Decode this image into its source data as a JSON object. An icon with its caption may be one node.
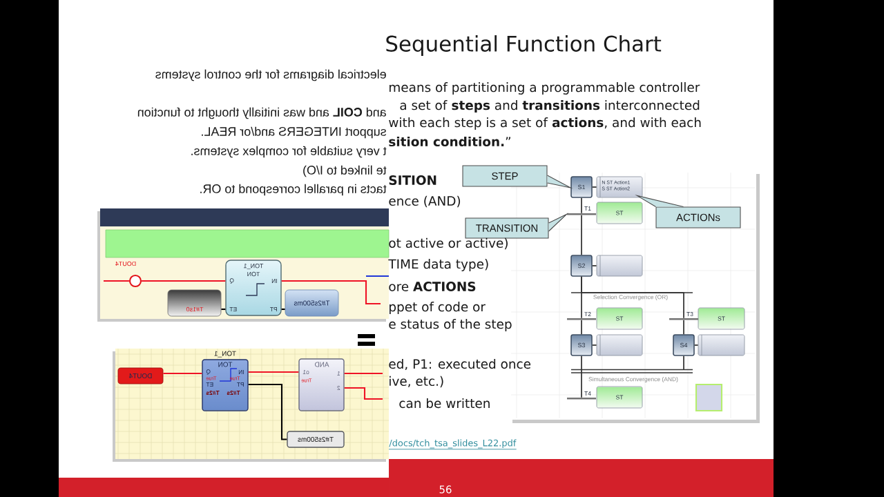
{
  "diagram": {
    "title": "Sequential Function Chart",
    "nodes": [
      {
        "text": [
          "STEP"
        ]
      },
      {
        "text": [
          "TRANSITION"
        ]
      },
      {
        "text": [
          "ACTIONs"
        ]
      },
      {
        "text": [
          "S1"
        ]
      },
      {
        "text": [
          "N ST Action1",
          "S ST Action2"
        ]
      },
      {
        "text": [
          "ST"
        ],
        "beside": [
          "T1"
        ]
      },
      {
        "text": [
          "S2"
        ]
      },
      {
        "text": [],
        "shape": "box"
      },
      {
        "text": [
          "ST"
        ],
        "beside": [
          "T2"
        ]
      },
      {
        "text": [
          "ST"
        ],
        "beside": [
          "T3"
        ]
      },
      {
        "text": [
          "S3"
        ]
      },
      {
        "text": [],
        "shape": "box"
      },
      {
        "text": [
          "S4"
        ]
      },
      {
        "text": [],
        "shape": "box"
      },
      {
        "text": [
          "ST"
        ],
        "beside": [
          "T4"
        ]
      },
      {
        "text": [],
        "shape": "box"
      },
      {
        "text": [],
        "shape": "circle",
        "beside": [
          "DOUT4"
        ]
      },
      {
        "text": [
          "TON_1",
          "TON",
          "IN",
          "PT",
          "Q",
          "ET"
        ]
      },
      {
        "text": [
          "T#2s500ms"
        ]
      },
      {
        "text": [
          "T#1s0"
        ]
      },
      {
        "text": [
          "DOUT4"
        ]
      },
      {
        "text": [
          "TON",
          "IN",
          "PT",
          "Q",
          "ET"
        ],
        "beside": [
          "TON_1"
        ]
      },
      {
        "text": [
          "AND",
          "1",
          "2",
          "o1"
        ]
      },
      {
        "text": [
          "T#2s500ms"
        ]
      },
      {
        "text": [],
        "shape": "bar"
      },
      {
        "text": [],
        "shape": "bar"
      },
      {
        "text": [],
        "shape": "bar"
      },
      {
        "text": [],
        "shape": "bar"
      }
    ],
    "edges": [
      {
        "from": 0,
        "to": 3,
        "arrow": "none"
      },
      {
        "from": 1,
        "to": 24,
        "arrow": "none"
      },
      {
        "from": 2,
        "to": 4,
        "arrow": "none"
      },
      {
        "from": 3,
        "to": 4,
        "arrow": "none"
      },
      {
        "from": 6,
        "to": 7,
        "arrow": "none"
      },
      {
        "from": 10,
        "to": 11,
        "arrow": "none"
      },
      {
        "from": 12,
        "to": 13,
        "arrow": "none"
      },
      {
        "from": 3,
        "to": 24,
        "arrow": "none"
      },
      {
        "from": 24,
        "to": 6,
        "arrow": "none"
      },
      {
        "from": 6,
        "to": 25,
        "arrow": "none"
      },
      {
        "from": 6,
        "to": 26,
        "arrow": "none"
      },
      {
        "from": 25,
        "to": 10,
        "arrow": "none"
      },
      {
        "from": 26,
        "to": 12,
        "arrow": "none"
      },
      {
        "from": 10,
        "to": 27,
        "arrow": "none"
      },
      {
        "from": 12,
        "to": null,
        "arrow": "none"
      },
      {
        "from": 17,
        "to": 16,
        "arrow": "none",
        "color": "#e3141b"
      },
      {
        "from": 16,
        "to": null,
        "arrow": "none",
        "color": "#e3141b"
      },
      {
        "from": null,
        "to": 17,
        "arrow": "none",
        "color": "#e3141b"
      },
      {
        "from": 18,
        "to": 17,
        "arrow": "none"
      },
      {
        "from": 17,
        "to": 19,
        "arrow": "none"
      },
      {
        "from": 21,
        "to": 20,
        "arrow": "none",
        "color": "#e3141b"
      },
      {
        "from": 22,
        "to": 21,
        "arrow": "none",
        "color": "#e3141b"
      },
      {
        "from": 23,
        "to": 21,
        "arrow": "none"
      },
      {
        "from": null,
        "to": 22,
        "arrow": "none",
        "color": "#e3141b"
      },
      {
        "from": null,
        "to": 22,
        "arrow": "none",
        "color": "#e3141b"
      }
    ],
    "labels": [
      "electrical diagrams for the control systems",
      "and **COIL** and was initially thought to function",
      "support INTEGERS and/or REAL.",
      "t very suitable for complex systems.",
      "te linked to I/O)",
      "tacts in parallel correspond to OR.",
      "means of partitioning a programmable controller",
      "a set of **steps** and **transitions** interconnected",
      "with each step is a set of **actions**, and with each",
      "**sition condition.**”",
      "SITION",
      "ence (AND)",
      "ot active or active)",
      "TIME data type)",
      "ore **ACTIONS**",
      "ppet of code or",
      "e status of the step",
      "Selection Convergence (OR)",
      "True",
      "True",
      "True",
      "T#2s",
      "T#2s",
      "ed, P1: executed once",
      "ive, etc.)",
      "Simultaneous Convergence (AND)",
      "can be written",
      "/docs/tch_tsa_slides_L22.pdf",
      "56"
    ]
  }
}
